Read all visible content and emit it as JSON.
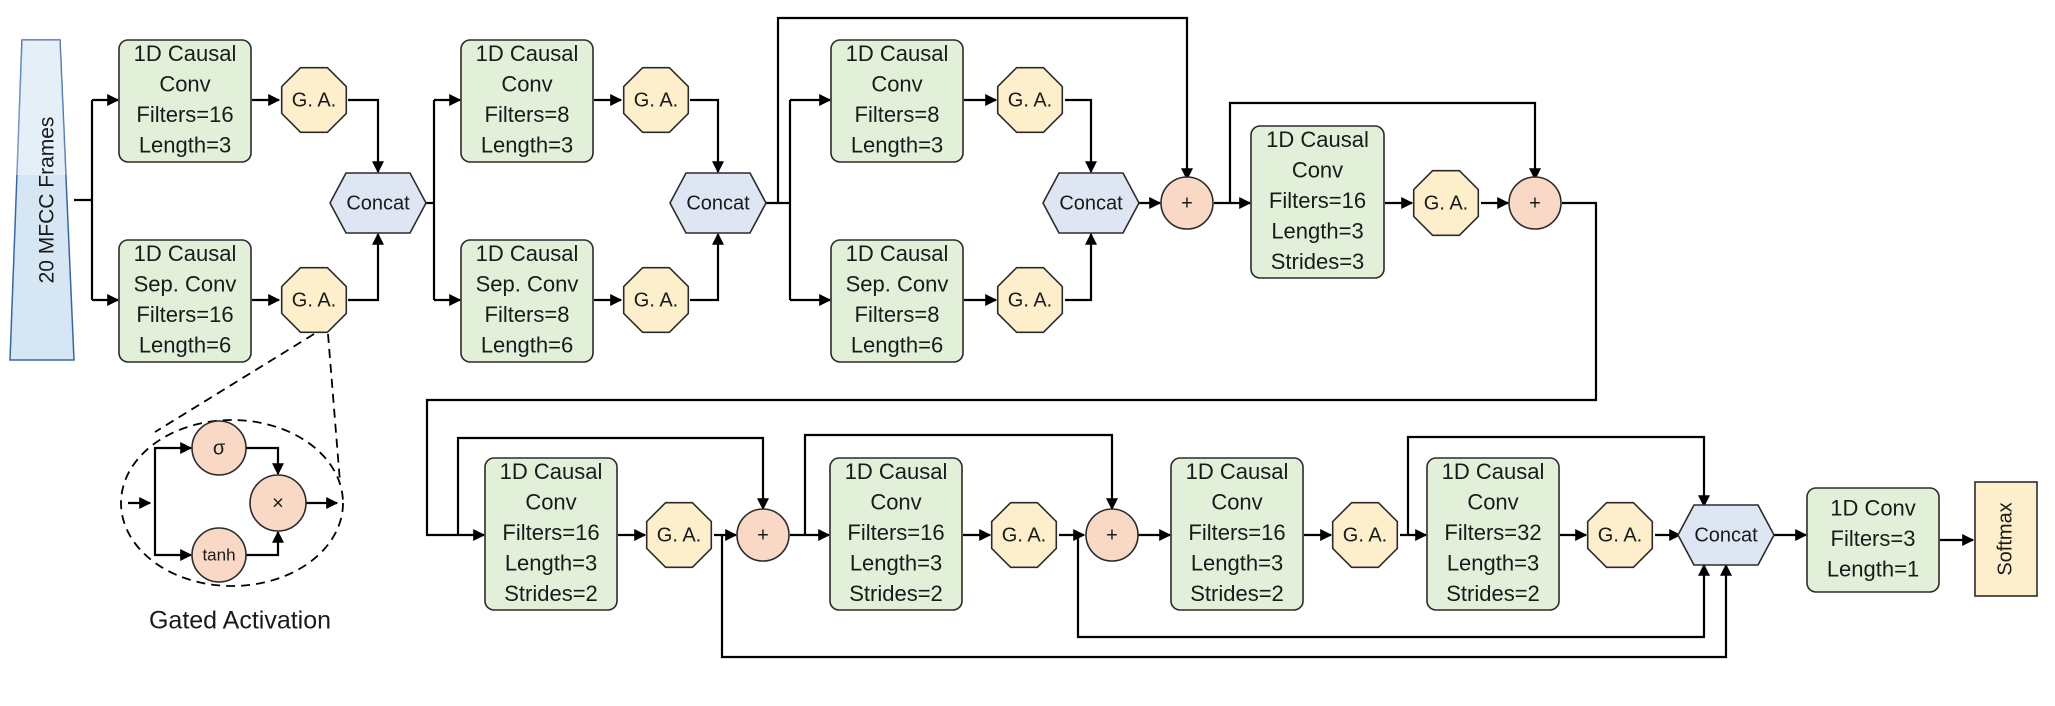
{
  "input_label": "20 MFCC Frames",
  "output_label": "Softmax",
  "conv_blocks": {
    "a_conv": [
      "1D Causal",
      "Conv",
      "Filters=16",
      "Length=3"
    ],
    "a_sep": [
      "1D Causal",
      "Sep. Conv",
      "Filters=16",
      "Length=6"
    ],
    "b_conv": [
      "1D Causal",
      "Conv",
      "Filters=8",
      "Length=3"
    ],
    "b_sep": [
      "1D Causal",
      "Sep. Conv",
      "Filters=8",
      "Length=6"
    ],
    "c_conv": [
      "1D Causal",
      "Conv",
      "Filters=8",
      "Length=3"
    ],
    "c_sep": [
      "1D Causal",
      "Sep. Conv",
      "Filters=8",
      "Length=6"
    ],
    "d_conv": [
      "1D Causal",
      "Conv",
      "Filters=16",
      "Length=3",
      "Strides=3"
    ],
    "e_conv": [
      "1D Causal",
      "Conv",
      "Filters=16",
      "Length=3",
      "Strides=2"
    ],
    "f_conv": [
      "1D Causal",
      "Conv",
      "Filters=16",
      "Length=3",
      "Strides=2"
    ],
    "g_conv": [
      "1D Causal",
      "Conv",
      "Filters=16",
      "Length=3",
      "Strides=2"
    ],
    "h_conv": [
      "1D Causal",
      "Conv",
      "Filters=32",
      "Length=3",
      "Strides=2"
    ],
    "final_conv": [
      "1D Conv",
      "Filters=3",
      "Length=1"
    ]
  },
  "ga_label": "G. A.",
  "concat_label": "Concat",
  "add_symbol": "+",
  "inset": {
    "sigma": "σ",
    "tanh": "tanh",
    "multiply": "×",
    "caption": "Gated Activation"
  }
}
